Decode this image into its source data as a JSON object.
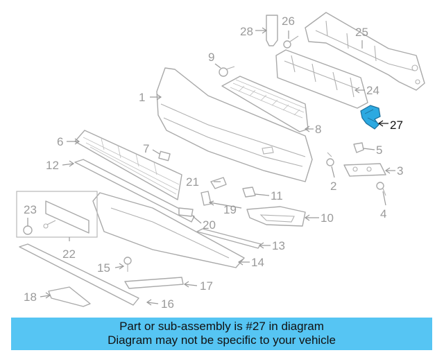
{
  "diagram": {
    "highlight_color": "#2ca9e1",
    "callouts": {
      "c1": "1",
      "c2": "2",
      "c3": "3",
      "c4": "4",
      "c5": "5",
      "c6": "6",
      "c7": "7",
      "c8": "8",
      "c9": "9",
      "c10": "10",
      "c11": "11",
      "c12": "12",
      "c13": "13",
      "c14": "14",
      "c15": "15",
      "c16": "16",
      "c17": "17",
      "c18": "18",
      "c19": "19",
      "c20": "20",
      "c21": "21",
      "c22": "22",
      "c23": "23",
      "c24": "24",
      "c25": "25",
      "c26": "26",
      "c27": "27",
      "c28": "28"
    }
  },
  "banner": {
    "line1": "Part or sub-assembly is #27 in diagram",
    "line2": "Diagram may not be specific to your vehicle",
    "background": "#56c5f3"
  }
}
